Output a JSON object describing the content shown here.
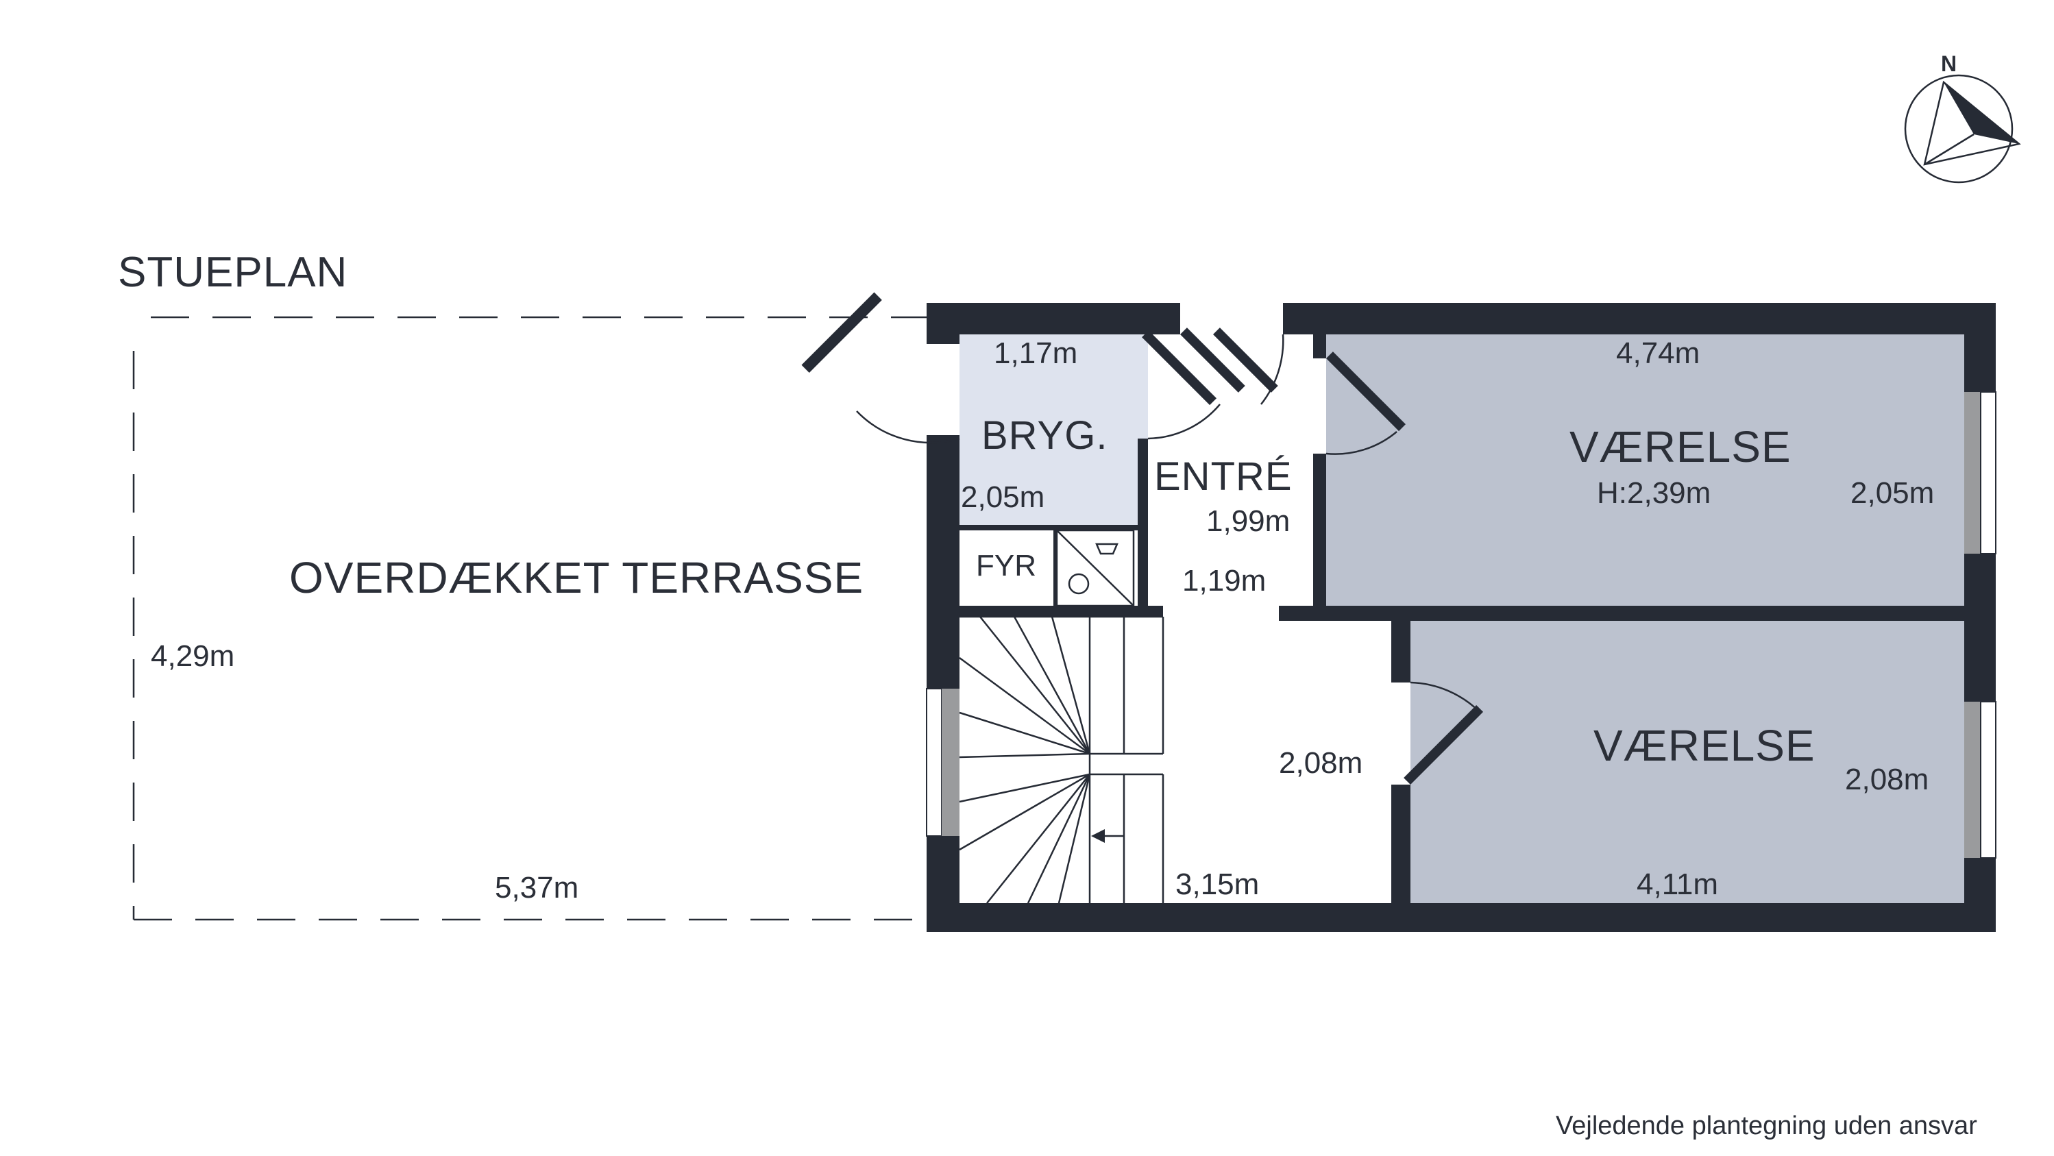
{
  "title": "STUEPLAN",
  "north_label": "N",
  "disclaimer": "Vejledende plantegning uden ansvar",
  "colors": {
    "wall": "#262b35",
    "room_dark": "#bcc2cf",
    "room_light": "#dee3ee",
    "window": "#9a9b9d",
    "background": "#ffffff"
  },
  "icons": [
    "compass-icon",
    "washing-machine-icon",
    "stair-arrow-icon"
  ],
  "rooms": {
    "terrace": {
      "name": "OVERDÆKKET TERRASSE",
      "width": "5,37m",
      "depth": "4,29m"
    },
    "bryg": {
      "name": "BRYG.",
      "width": "1,17m",
      "depth": "2,05m"
    },
    "fyr": {
      "name": "FYR"
    },
    "entre": {
      "name": "ENTRÉ",
      "dim_a": "1,99m",
      "dim_b": "1,19m",
      "dim_c": "2,08m",
      "dim_d": "3,15m"
    },
    "vaerelse1": {
      "name": "VÆRELSE",
      "height": "H:2,39m",
      "width": "4,74m",
      "depth": "2,05m"
    },
    "vaerelse2": {
      "name": "VÆRELSE",
      "width": "4,11m",
      "depth": "2,08m"
    }
  }
}
